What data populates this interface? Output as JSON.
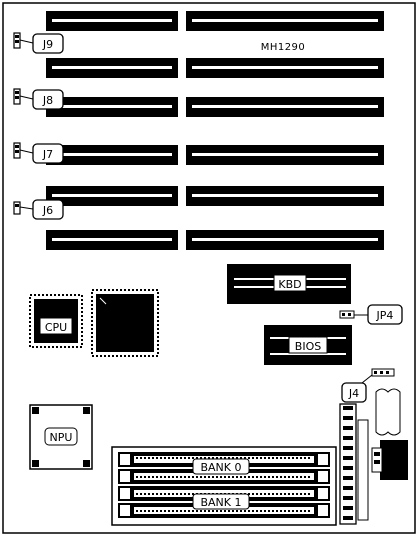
{
  "board": {
    "model": "MH1290",
    "jumpers": {
      "j9": "J9",
      "j8": "J8",
      "j7": "J7",
      "j6": "J6",
      "jp4": "JP4",
      "j4": "J4"
    },
    "chips": {
      "kbd": "KBD",
      "bios": "BIOS",
      "cpu": "CPU",
      "npu": "NPU"
    },
    "memory": {
      "bank0": "BANK 0",
      "bank1": "BANK 1"
    }
  },
  "colors": {
    "ink": "#000000",
    "paper": "#ffffff"
  }
}
